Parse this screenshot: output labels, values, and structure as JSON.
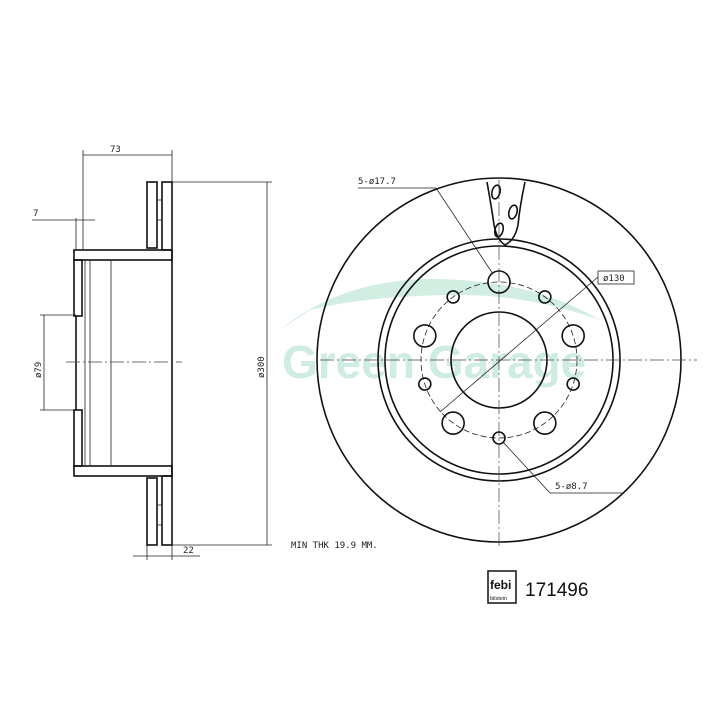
{
  "side_view": {
    "dim_width": "73",
    "dim_offset": "7",
    "dim_center_bore": "ø79",
    "dim_diameter": "ø300",
    "dim_thickness": "22"
  },
  "front_view": {
    "bolt_hole_label": "5-ø17.7",
    "pcd_label": "ø130",
    "small_hole_label": "5-ø8.7"
  },
  "note": "MIN THK 19.9 MM.",
  "brand": {
    "logo_top": "febi",
    "logo_bottom": "bilstein",
    "part_number": "171496"
  },
  "watermark": "Green Garage",
  "colors": {
    "line": "#111111",
    "watermark": "#bfe6d6"
  }
}
